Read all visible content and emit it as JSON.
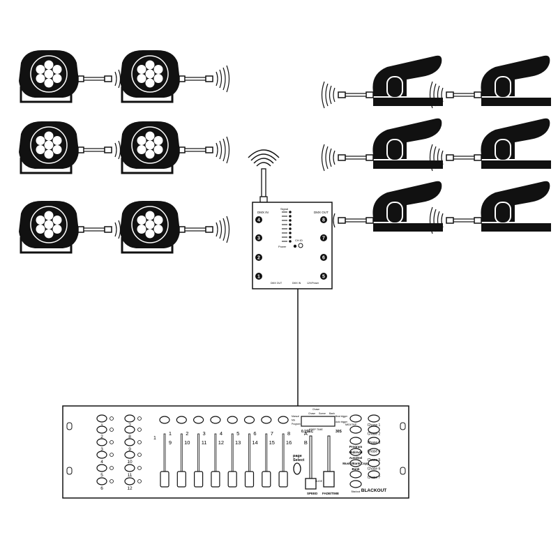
{
  "receiver": {
    "label_in": "DMX IN",
    "label_out": "DMX OUT",
    "label_dmx_out_left": "DMX OUT",
    "label_dmx_in": "DMX IN",
    "label_power_bottom": "12V/Power",
    "label_signal": "Signal",
    "label_power": "Power",
    "label_ch_id": "CH ID",
    "ports_left": [
      "4",
      "3",
      "2",
      "1"
    ],
    "ports_right": [
      "8",
      "7",
      "6",
      "5"
    ]
  },
  "console": {
    "scanner_numbers_left": [
      "1",
      "2",
      "3",
      "4",
      "5",
      "6"
    ],
    "scanner_numbers_right": [
      "7",
      "8",
      "9",
      "10",
      "11",
      "12"
    ],
    "fader_top_numbers": [
      "1",
      "2",
      "3",
      "4",
      "5",
      "6",
      "7",
      "8",
      "A"
    ],
    "fader_bottom_numbers": [
      "9",
      "10",
      "11",
      "12",
      "13",
      "14",
      "15",
      "16",
      "B"
    ],
    "page_select": "page\nSelect",
    "speed_label": "SPEED",
    "fade_label": "FADE/TIME",
    "time_min": "0.1SEC",
    "time_max": "30S",
    "display_top": "Chase",
    "display_row": [
      "Chase",
      "Scene",
      "Bank"
    ],
    "display_bottom": "STEP TIME",
    "display_left": [
      "Manual",
      "Mix",
      "Program"
    ],
    "display_right": [
      "Beat trigger",
      "Auto trigger"
    ],
    "midi_tap": "MIDI/TAP",
    "functions": [
      "Program",
      "Midi/Add",
      "Auto/Del",
      "Music/Bank Copy",
      "Bank"
    ],
    "chases": [
      "Chase 1",
      "Chase 2",
      "Chase 3",
      "Chase 4",
      "Chase 5",
      "Chase 6",
      "Chase 7"
    ],
    "blackout": "BLACKOUT",
    "tap_sync": "Tap Sync",
    "blackout_small": "Blackout"
  },
  "colors": {
    "ink": "#000000",
    "bg": "#ffffff"
  }
}
